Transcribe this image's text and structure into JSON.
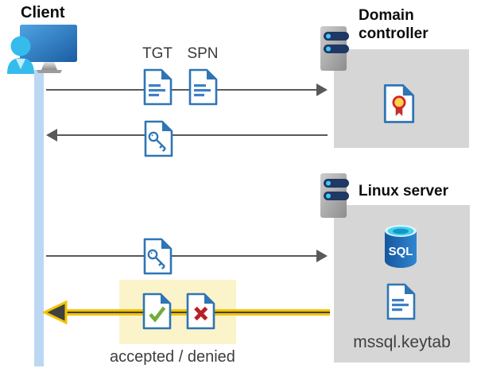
{
  "nodes": {
    "client": {
      "label": "Client"
    },
    "domain_controller": {
      "label": "Domain controller"
    },
    "linux_server": {
      "label": "Linux server"
    }
  },
  "messages": {
    "tgt_label": "TGT",
    "spn_label": "SPN",
    "result_label": "accepted / denied"
  },
  "artifacts": {
    "sql_badge": "SQL",
    "keytab_label": "mssql.keytab"
  },
  "icons": {
    "client": "monitor-user-icon",
    "server": "server-tower-icon",
    "ticket_document": "document-lines-icon",
    "key_document": "key-document-icon",
    "certificate_document": "certificate-document-icon",
    "accepted_document": "check-document-icon",
    "denied_document": "cross-document-icon",
    "database": "sql-database-icon"
  },
  "colors": {
    "doc_border_blue": "#2E75B6",
    "doc_line_blue": "#3F7FC4",
    "arrow_gray": "#58595B",
    "lifeline_blue": "#BCD7F3",
    "panel_gray": "#D6D6D6",
    "highlight_yellow": "#FBF3C9",
    "arrow_yellow": "#F3C300",
    "check_green": "#72AD3B",
    "cross_red": "#B92025",
    "cert_red": "#D3222A",
    "cert_gold": "#FFD24A",
    "person_cyan": "#35BCEC",
    "drive_navy": "#1F3864",
    "drive_dot_cyan": "#45C8F5",
    "sql_cyan": "#45D0EF"
  }
}
